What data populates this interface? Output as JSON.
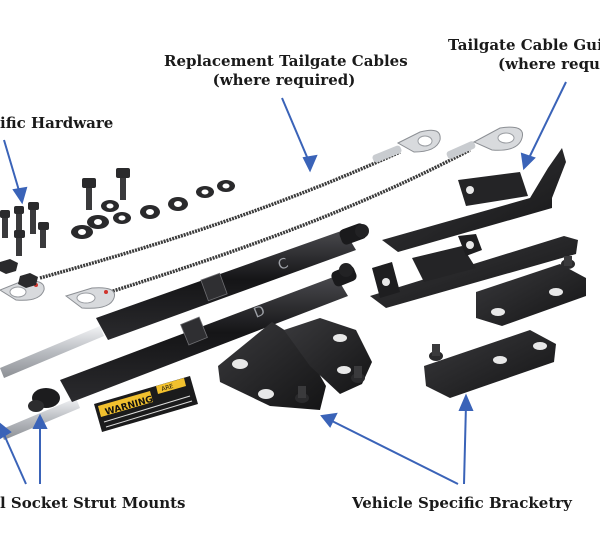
{
  "labels": {
    "cables_line1": "Replacement Tailgate Cables",
    "cables_line2": "(where required)",
    "guide_line1": "Tailgate Cable Guid",
    "guide_line2": "(where requ",
    "hardware": "ific Hardware",
    "socket_mounts": "l Socket Strut Mounts",
    "bracketry": "Vehicle Specific Bracketry"
  },
  "strut_markings": {
    "strut_c": "C",
    "strut_d": "D"
  },
  "warning_label": {
    "title": "WARNING",
    "tag": "ARE"
  },
  "colors": {
    "arrow": "#3a63b8",
    "metal_black": "#1c1c1e",
    "cable": "#3b3b3b",
    "chrome": "#c9ccd0",
    "warning_yellow": "#f2c12e"
  }
}
